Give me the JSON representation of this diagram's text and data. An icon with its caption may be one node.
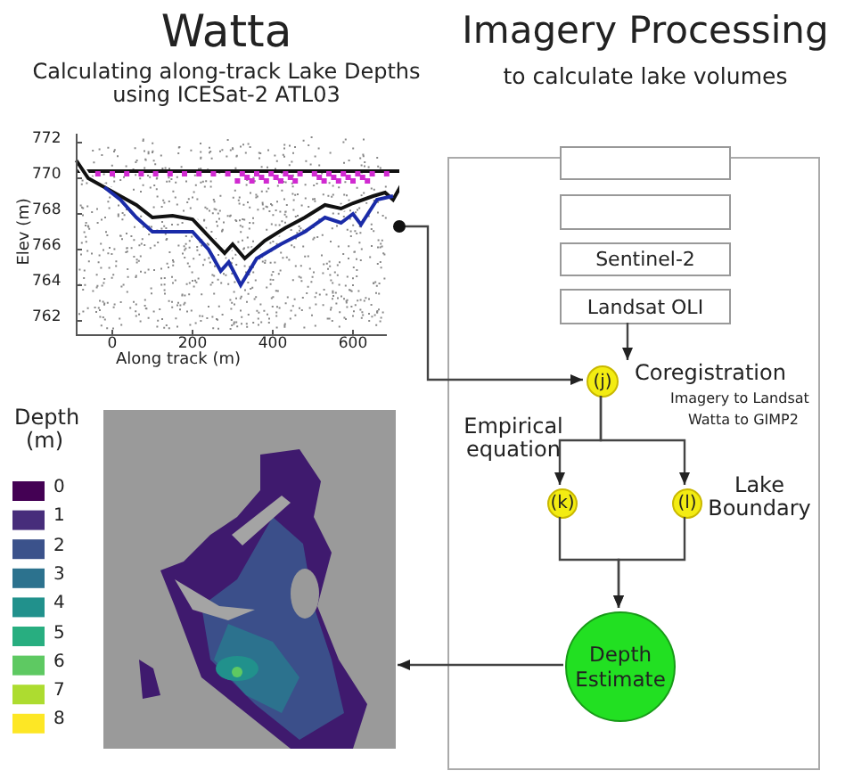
{
  "diagram": {
    "nodes": [
      {
        "text": [],
        "shape": "box"
      },
      {
        "text": [],
        "shape": "box",
        "in": 0
      },
      {
        "text": [],
        "shape": "box",
        "in": 0
      },
      {
        "text": [
          "Sentinel-2"
        ],
        "in": 0
      },
      {
        "text": [
          "Landsat OLI"
        ],
        "in": 0
      },
      {
        "text": [
          "(j)"
        ],
        "in": 0,
        "beside": [
          "Coregistration",
          "Imagery to Landsat",
          "Watta to GIMP2"
        ]
      },
      {
        "text": [
          "(k)"
        ],
        "in": 0,
        "beside": [
          "Empirical equation"
        ]
      },
      {
        "text": [
          "(l)"
        ],
        "in": 0,
        "beside": [
          "Lake Boundary"
        ]
      },
      {
        "text": [
          "Depth Estimate"
        ],
        "in": 0
      },
      {
        "text": [
          "Elev (m)",
          "Along track (m)"
        ]
      },
      {
        "text": [],
        "shape": "picture"
      }
    ],
    "edges": [
      {
        "from": 4,
        "to": 5,
        "arrow": "to"
      },
      {
        "from": 9,
        "to": 5,
        "arrow": "to"
      },
      {
        "from": 5,
        "to": 6,
        "arrow": "to"
      },
      {
        "from": 5,
        "to": 7,
        "arrow": "to"
      },
      {
        "from": 6,
        "to": 8,
        "arrow": "to"
      },
      {
        "from": 7,
        "to": 8,
        "arrow": "to"
      },
      {
        "from": 8,
        "to": 10,
        "arrow": "to"
      }
    ],
    "labels": [
      "Watta",
      "Calculating along-track Lake Depths using ICESat-2 ATL03",
      "Imagery Processing",
      "to calculate lake volumes",
      "772",
      "770",
      "768",
      "766",
      "764",
      "762",
      "0",
      "200",
      "400",
      "600",
      "Depth (m)"
    ],
    "legend": [
      {
        "text": "0",
        "color": "#440154"
      },
      {
        "text": "1",
        "color": "#472d7b"
      },
      {
        "text": "2",
        "color": "#3b528b"
      },
      {
        "text": "3",
        "color": "#2c728e"
      },
      {
        "text": "4",
        "color": "#21918c"
      },
      {
        "text": "5",
        "color": "#28ae80"
      },
      {
        "text": "6",
        "color": "#5ec962"
      },
      {
        "text": "7",
        "color": "#addc30"
      },
      {
        "text": "8",
        "color": "#fde725"
      }
    ]
  }
}
